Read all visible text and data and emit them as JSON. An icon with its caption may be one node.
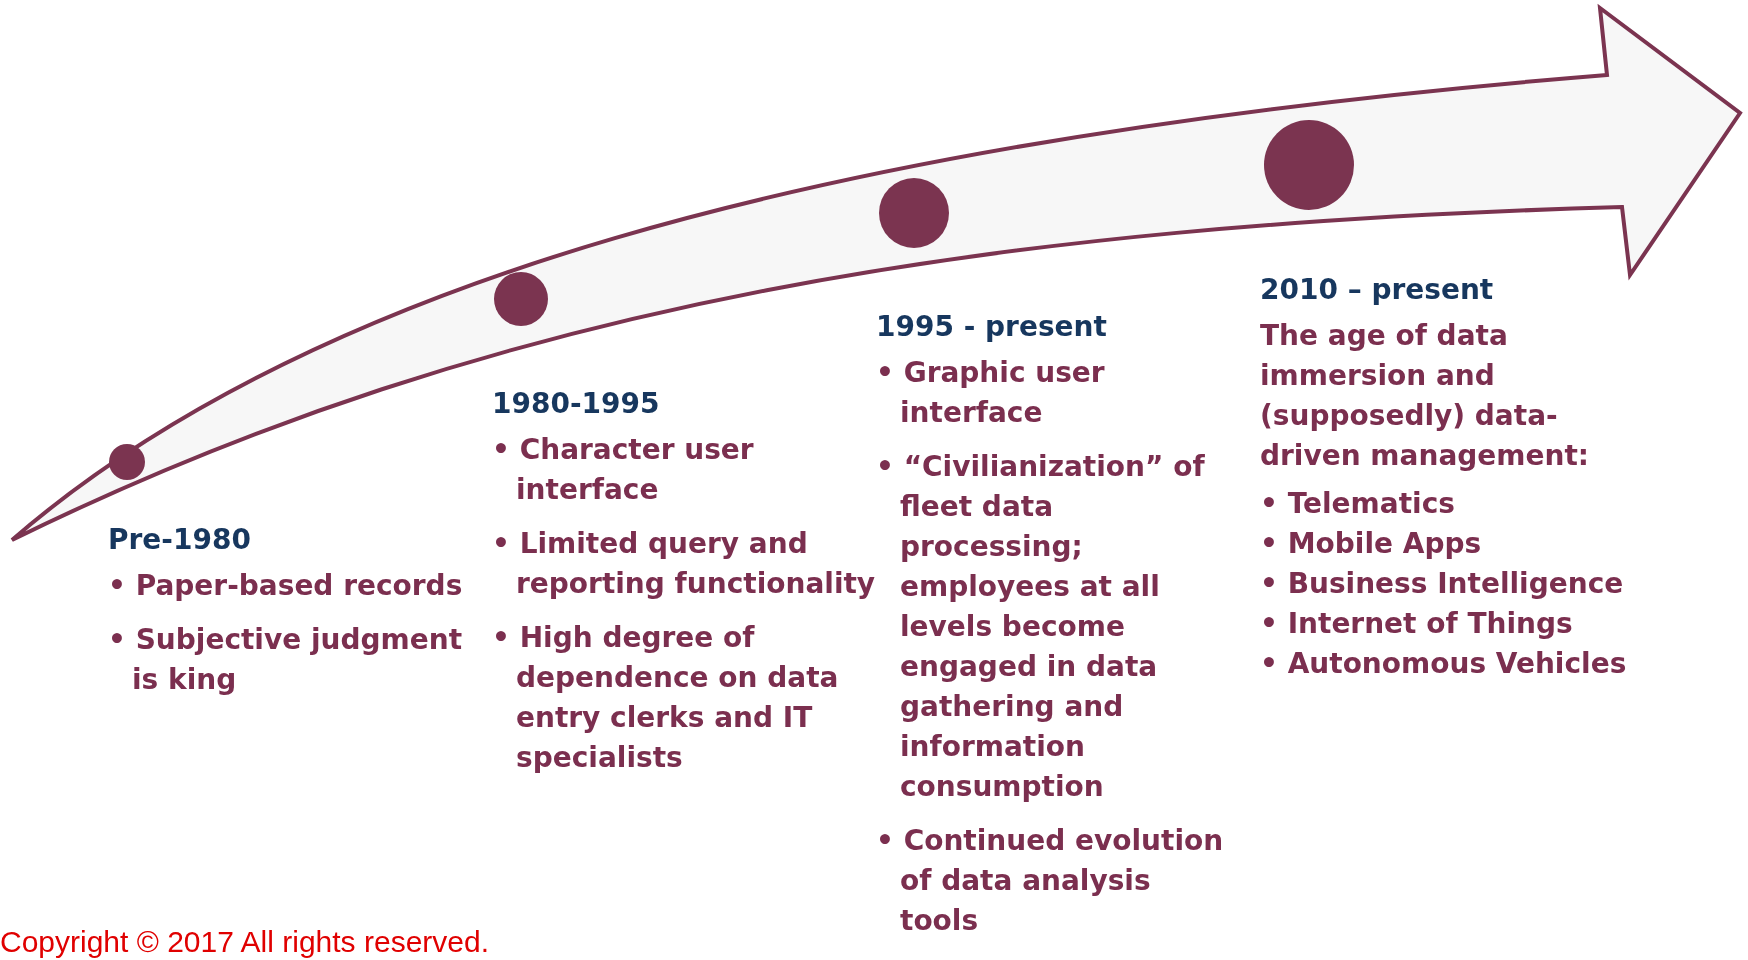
{
  "diagram": {
    "nodes": [
      {
        "text": [],
        "shape": "circle"
      },
      {
        "text": [],
        "shape": "circle"
      },
      {
        "text": [],
        "shape": "circle"
      },
      {
        "text": [],
        "shape": "circle"
      },
      {
        "text": [
          "Pre-1980",
          "• Paper-based records",
          "• Subjective judgment is king"
        ]
      },
      {
        "text": [
          "1980-1995",
          "• Character user interface",
          "• Limited query and reporting functionality",
          "• High degree of dependence on data entry clerks and IT specialists"
        ]
      },
      {
        "text": [
          "1995 - present",
          "• Graphic user interface",
          "• “Civilianization” of fleet data processing; employees at all levels become engaged in data gathering and information consumption",
          "• Continued evolution of data analysis tools"
        ]
      },
      {
        "text": [
          "2010 – present",
          "The age of data immersion and (supposedly) data-driven management:",
          "• Telematics",
          "• Mobile Apps",
          "• Business Intelligence",
          "• Internet of Things",
          "• Autonomous Vehicles"
        ]
      }
    ],
    "edges": [],
    "labels": [
      "Copyright © 2017 All rights reserved."
    ]
  }
}
